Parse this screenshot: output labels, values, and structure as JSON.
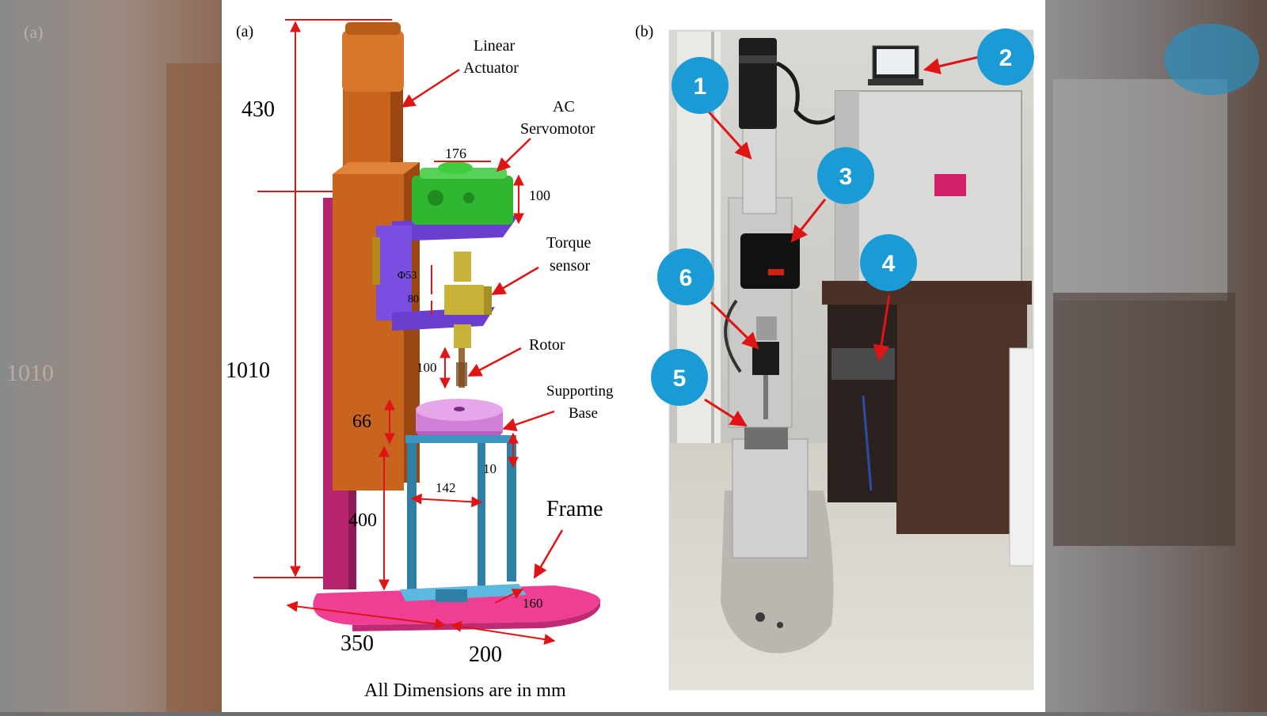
{
  "panel_a": {
    "label": "(a)",
    "dims": {
      "d430": "430",
      "d1010": "1010",
      "d176": "176",
      "d100_motor": "100",
      "d53": "Φ53",
      "d80": "80",
      "d100_rotor": "100",
      "d66": "66",
      "d10": "10",
      "d142": "142",
      "d400": "400",
      "d160": "160",
      "d350": "350",
      "d200": "200"
    },
    "labels": {
      "linear_actuator_1": "Linear",
      "linear_actuator_2": "Actuator",
      "ac_servo_1": "AC",
      "ac_servo_2": "Servomotor",
      "torque_1": "Torque",
      "torque_2": "sensor",
      "rotor": "Rotor",
      "support_1": "Supporting",
      "support_2": "Base",
      "frame": "Frame"
    },
    "footnote": "All Dimensions are in mm"
  },
  "panel_b": {
    "label": "(b)",
    "callouts": [
      "1",
      "2",
      "3",
      "4",
      "5",
      "6"
    ]
  },
  "colors": {
    "actuator": "#c8641e",
    "motor": "#2fb52f",
    "bracket": "#6a3fd0",
    "sensor": "#c9b238",
    "frame_base": "#ee3f95",
    "support": "#2f7fa6",
    "dimension": "#e01414",
    "callout": "#1a9bd6"
  }
}
